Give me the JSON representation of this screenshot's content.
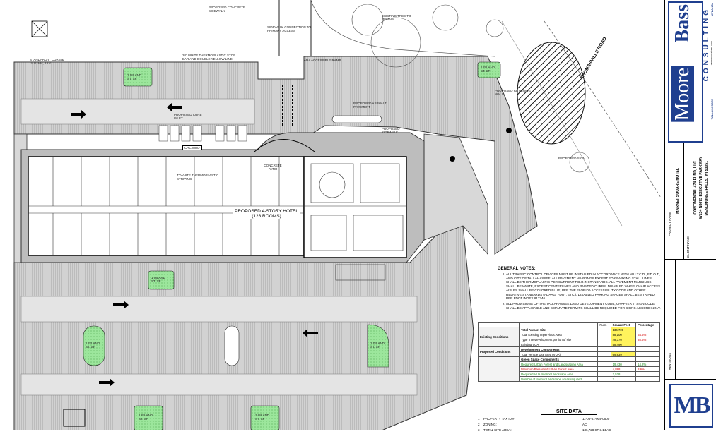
{
  "plan": {
    "hotel_name": "PROPOSED 4-STORY HOTEL",
    "hotel_rooms": "(128 ROOMS)",
    "road_name": "THOMASVILLE ROAD",
    "concrete_patio": "CONCRETE PATIO",
    "porte_cochere": "CHC MOD",
    "landscape_islands": [
      {
        "label": "1 ISLAND",
        "sub": "ST. SF"
      },
      {
        "label": "1 ISLAND",
        "sub": "ST. SF"
      },
      {
        "label": "1 ISLAND",
        "sub": "ST. SF"
      },
      {
        "label": "1 ISLAND",
        "sub": "ST. SF"
      },
      {
        "label": "1 ISLAND",
        "sub": "ST. SF"
      },
      {
        "label": "1 ISLAND",
        "sub": "ST. SF"
      },
      {
        "label": "1 ISLAND",
        "sub": "ST. SF"
      }
    ],
    "callouts": [
      "24\" WHITE THERMOPLASTIC STOP BAR AND DOUBLE YELLOW LINE",
      "PROPOSED ASPHALT PAVEMENT",
      "PROPOSED SIDEWALK",
      "STANDARD 6\" CURB & GUTTER, TYP.",
      "PROPOSED CURB INLET",
      "ADA ACCESSIBLE RAMP",
      "4\" WHITE THERMOPLASTIC STRIPING",
      "EXISTING TREE TO REMAIN",
      "PROPOSED CONCRETE SIDEWALK",
      "SIDEWALK CONNECTION TO PRIMARY ACCESS",
      "PROPOSED RETAINING WALL",
      "PROPOSED SIGN"
    ]
  },
  "notes": {
    "title": "GENERAL NOTES:",
    "items": [
      "ALL TRAFFIC CONTROL DEVICES MUST BE INSTALLED IN ACCORDANCE WITH M.U.T.C.D., F.D.O.T., AND CITY OF TALLAHASSEE. ALL PAVEMENT MARKINGS EXCEPT FOR PARKING STALL LINES SHALL BE THERMOPLASTIC PER CURRENT F.D.O.T. STANDARDS. ALL PAVEMENT MARKINGS SHALL BE WHITE, EXCEPT CENTERLINES AND PAINTED CURBS. DISABLED WHEELCHAIR ACCESS AISLES SHALL BE COLORED BLUE, PER THE FLORIDA ACCESSIBILITY CODE AND OTHER RELATIVE STANDARDS (ADAAG, FDOT, ETC.). DISABLED PARKING SPACES SHALL BE STRIPED PER FDOT INDEX #17346.",
      "ALL PROVISIONS OF THE TALLAHASSEE LAND DEVELOPMENT CODE, CHAPTER 7, SIGN CODE SHALL BE APPLICABLE AND SEPARATE PERMITS SHALL BE REQUIRED FOR SIGNS ACCORDINGLY."
    ]
  },
  "area_table": {
    "headers": [
      "",
      "",
      "Num.",
      "Square Feet",
      "Percentage"
    ],
    "sections": [
      {
        "name": "Existing Conditions",
        "rows": [
          [
            "Total Area of Site",
            "",
            "136,728",
            ""
          ],
          [
            "Total Existing Impervious Area",
            "",
            "88,100",
            "64.5%"
          ],
          [
            "Type II Redevelopment portion of site",
            "",
            "48,370",
            "35.5%"
          ],
          [
            "Existing VUA",
            "",
            "58,490",
            ""
          ]
        ]
      },
      {
        "name": "Proposed Conditions",
        "rows": [
          [
            "Development Components",
            "",
            "",
            ""
          ],
          [
            "Total Vehicle Use Area (VUA)",
            "",
            "69,839",
            ""
          ]
        ]
      },
      {
        "name": "",
        "rows": [
          [
            "Green Space Components",
            "",
            "",
            ""
          ],
          [
            "Required Urban Forest and Landscaping Area",
            "",
            "19,430",
            "14.2%"
          ],
          [
            "Minimum Preserved Urban Forest Area",
            "",
            "4,888",
            "3.6%"
          ],
          [
            "Required VUA Interior Landscape Area",
            "",
            "2,528",
            ""
          ],
          [
            "Number of Interior Landscape areas required",
            "",
            "7",
            ""
          ]
        ]
      }
    ]
  },
  "site_data": {
    "title": "SITE DATA",
    "rows": [
      {
        "num": "1",
        "label": "PROPERTY TAX ID #:",
        "value": "11-05-51-004-0600"
      },
      {
        "num": "2",
        "label": "ZONING:",
        "value": "AC"
      },
      {
        "num": "3",
        "label": "TOTAL SITE AREA:",
        "value": "136,728 SF     3.14 AC"
      }
    ]
  },
  "title_block": {
    "logo_word1": "Moore",
    "logo_word2": "Bass",
    "logo_sub": "CONSULTING",
    "city1": "ATLANTA",
    "city2": "TALLAHASSEE",
    "website": "www.moorebass.com",
    "project_name_label": "PROJECT NAME",
    "project_name": "MARKET SQUARE HOTEL",
    "client_name_label": "CLIENT NAME",
    "client_line1": "CONTINENTAL 474 FUND, LLC",
    "client_line2": "W134 N8675 EXECUTIVE PARKWAY",
    "client_line3": "MENOMONEE FALLS, WI 53051",
    "revisions_label": "REVISIONS",
    "mb_logo": "MB"
  },
  "colors": {
    "pavement": "#c9c9c9",
    "landscape": "#8fe08f",
    "table_highlight": "#fff35c",
    "green_text": "#1a8a1a",
    "red_text": "#d40000"
  }
}
